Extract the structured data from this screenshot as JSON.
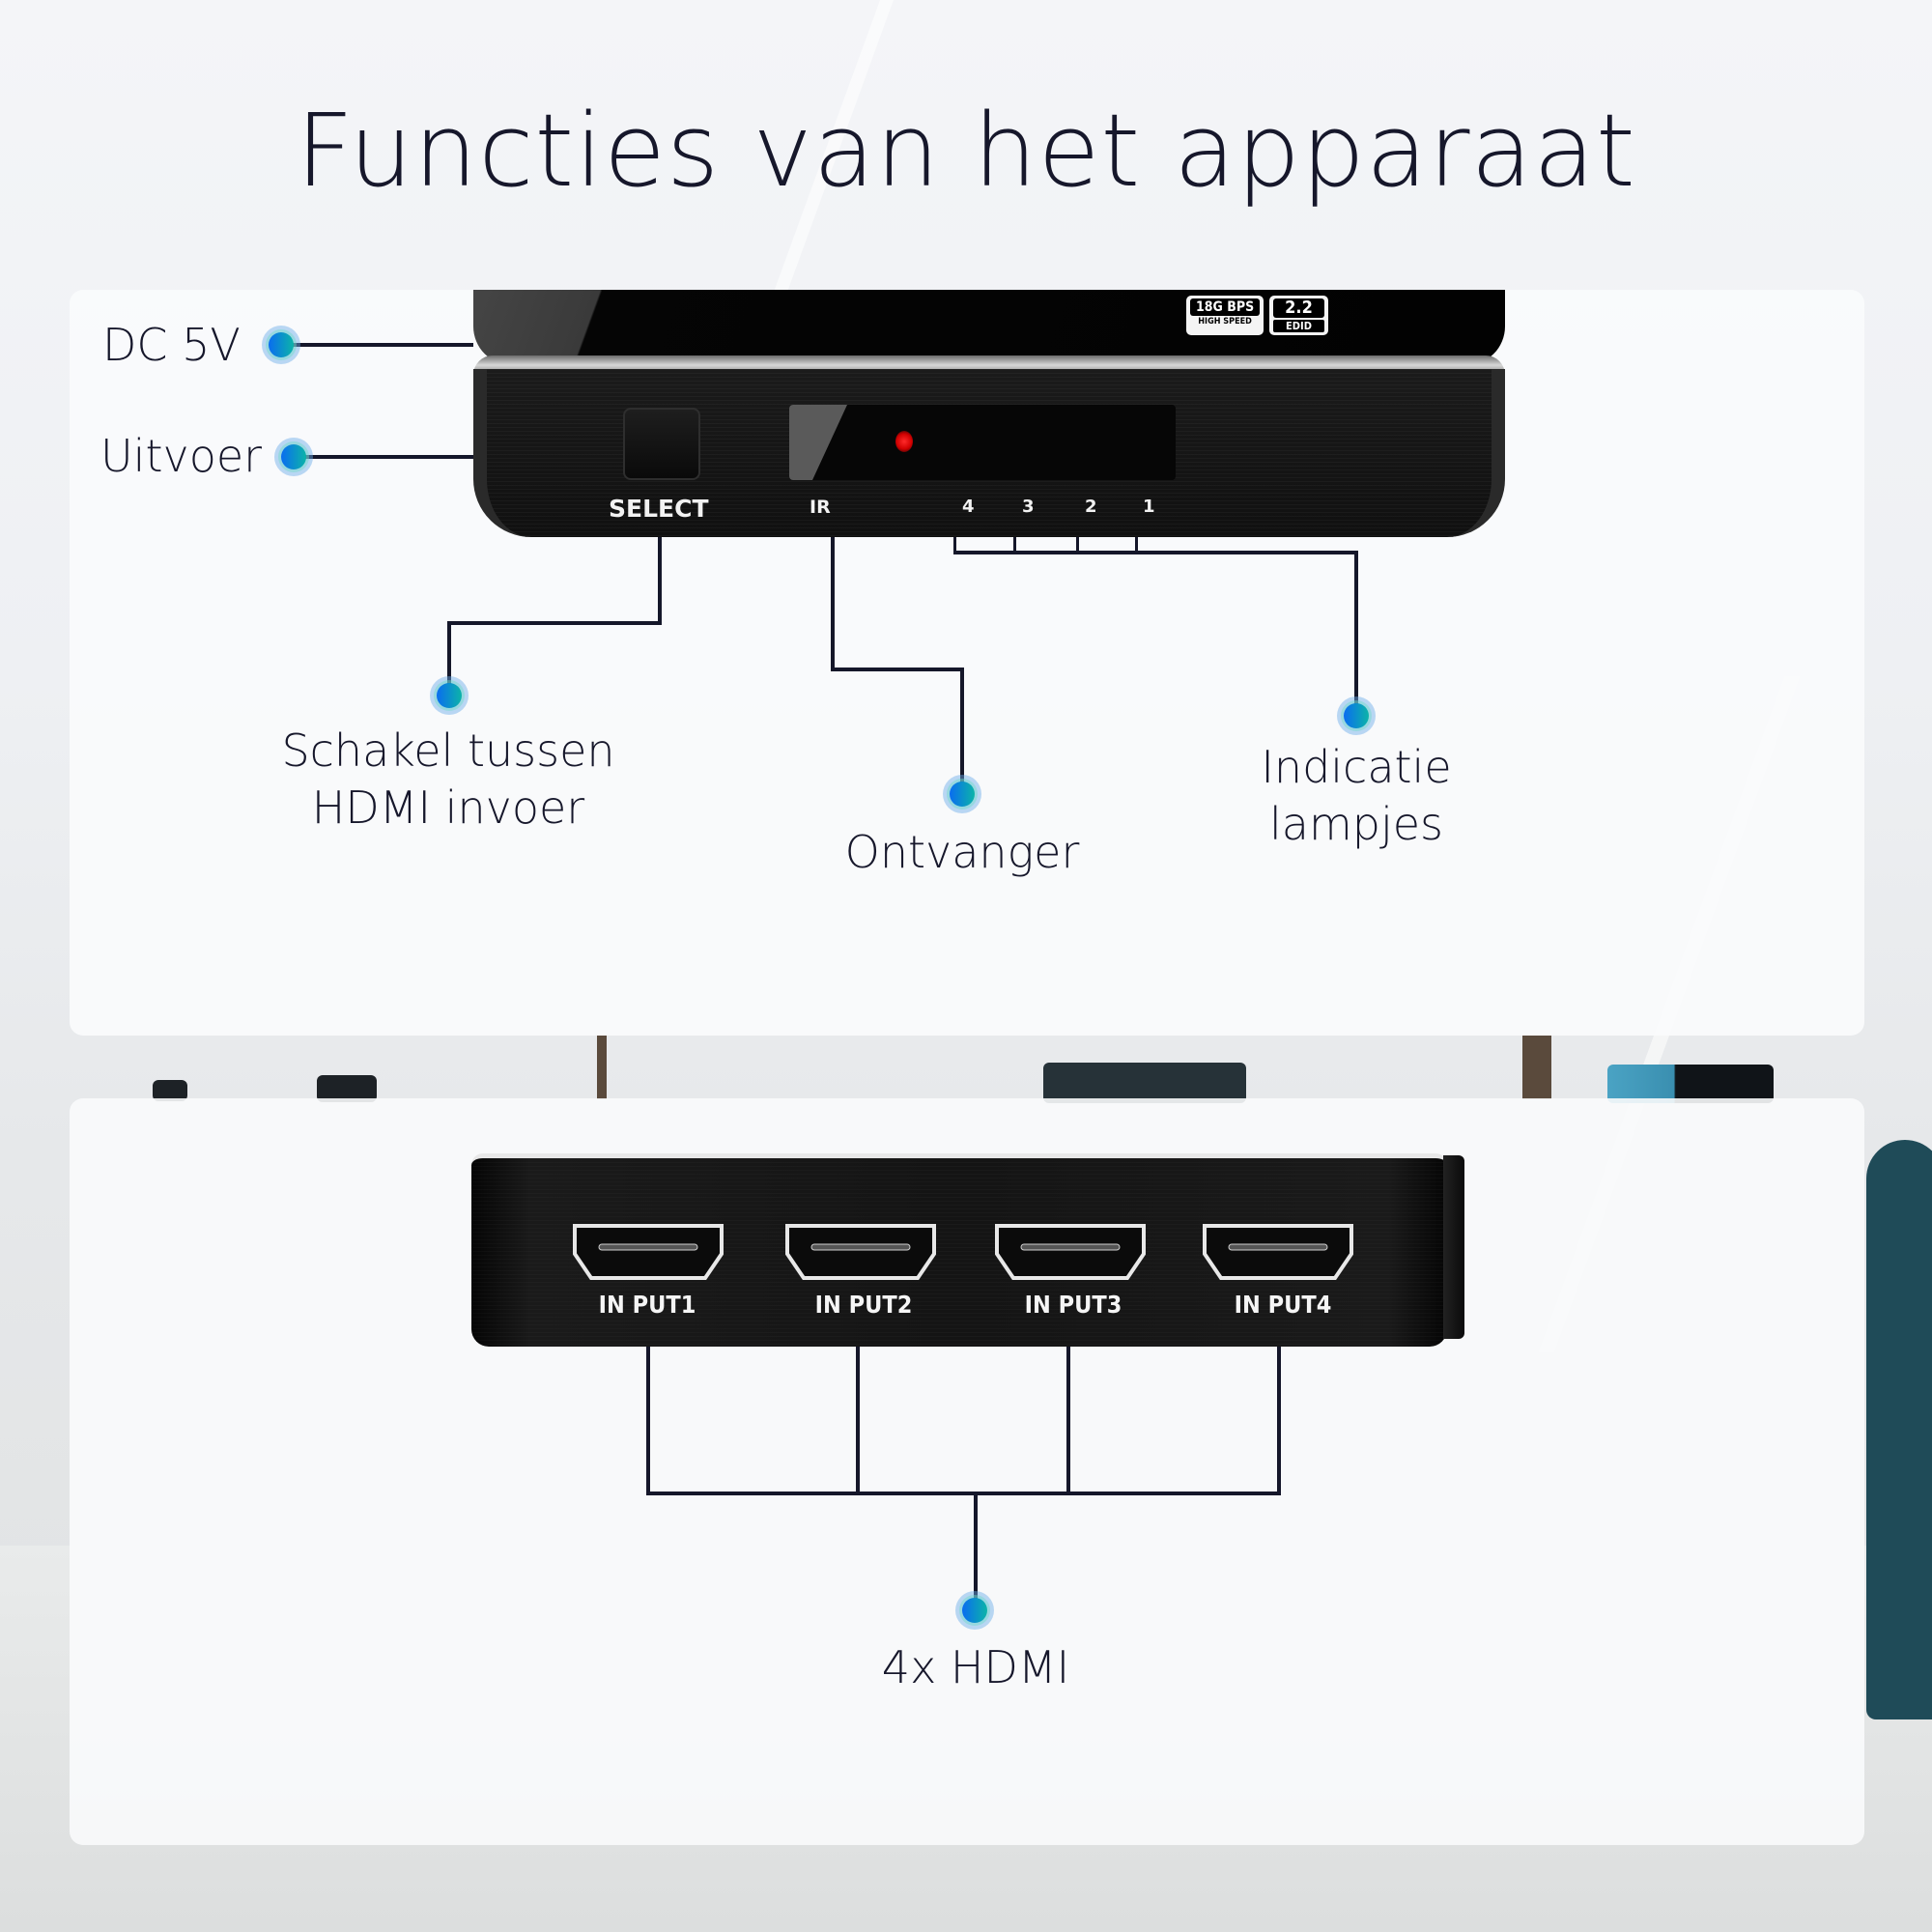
{
  "title": "Functies van het apparaat",
  "colors": {
    "text": "#16172b",
    "line": "#15172a",
    "dot_gradient_start": "#0a6df0",
    "dot_gradient_end": "#0cb4a8",
    "dot_halo": "#68aae8",
    "led": "#ff2a2a"
  },
  "top_device": {
    "badges": [
      {
        "main": "18G BPS",
        "sub": "HIGH SPEED"
      },
      {
        "main": "2.2",
        "sub": "EDID"
      }
    ],
    "face_labels": {
      "select": "SELECT",
      "ir": "IR",
      "leds": [
        "4",
        "3",
        "2",
        "1"
      ]
    }
  },
  "callouts_top": [
    {
      "id": "dc",
      "text": "DC 5V"
    },
    {
      "id": "output",
      "text": "Uitvoer"
    },
    {
      "id": "switch",
      "line1": "Schakel tussen",
      "line2": "HDMI invoer"
    },
    {
      "id": "receiver",
      "text": "Ontvanger"
    },
    {
      "id": "indicator",
      "line1": "Indicatie",
      "line2": "lampjes"
    }
  ],
  "bottom_device": {
    "ports": [
      {
        "label": "IN PUT1"
      },
      {
        "label": "IN PUT2"
      },
      {
        "label": "IN PUT3"
      },
      {
        "label": "IN PUT4"
      }
    ]
  },
  "callout_bottom": {
    "text": "4x HDMI"
  }
}
